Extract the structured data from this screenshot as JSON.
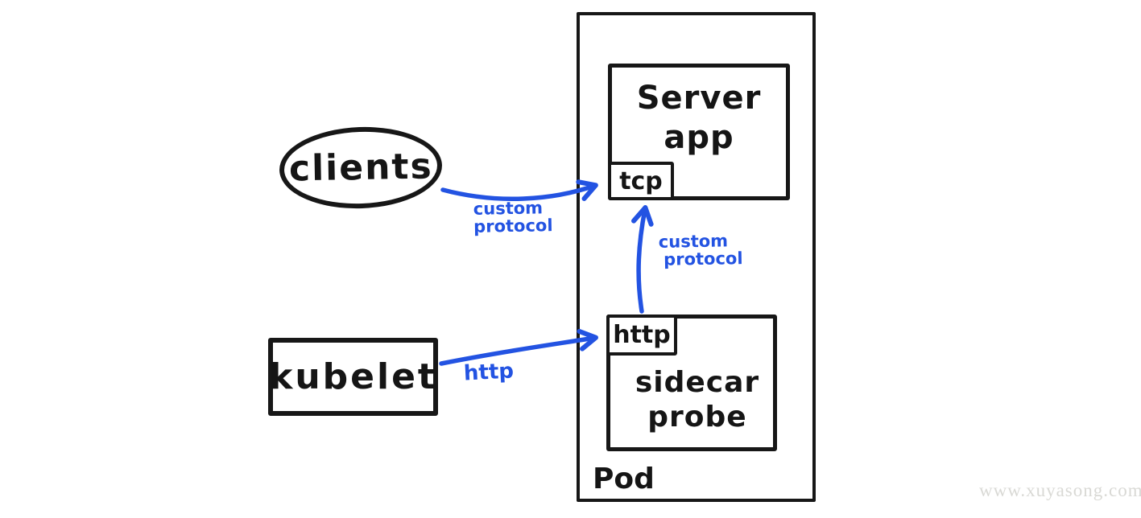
{
  "diagram": {
    "clients": {
      "label": "clients"
    },
    "kubelet": {
      "label": "kubelet"
    },
    "pod": {
      "label": "Pod"
    },
    "server_app": {
      "line1": "Server",
      "line2": "app"
    },
    "tcp_port": {
      "label": "tcp"
    },
    "sidecar_probe": {
      "line1": "sidecar",
      "line2": "probe"
    },
    "http_port": {
      "label": "http"
    },
    "edge_clients_to_tcp": {
      "line1": "custom",
      "line2": "protocol"
    },
    "edge_kubelet_to_http": {
      "label": "http"
    },
    "edge_http_to_tcp": {
      "line1": "custom",
      "line2": "protocol"
    }
  },
  "colors": {
    "arrow_blue": "#2353e2",
    "ink_black": "#171717",
    "watermark_gray": "#d9d9d5"
  },
  "watermark": {
    "text": "www.xuyasong.com"
  }
}
